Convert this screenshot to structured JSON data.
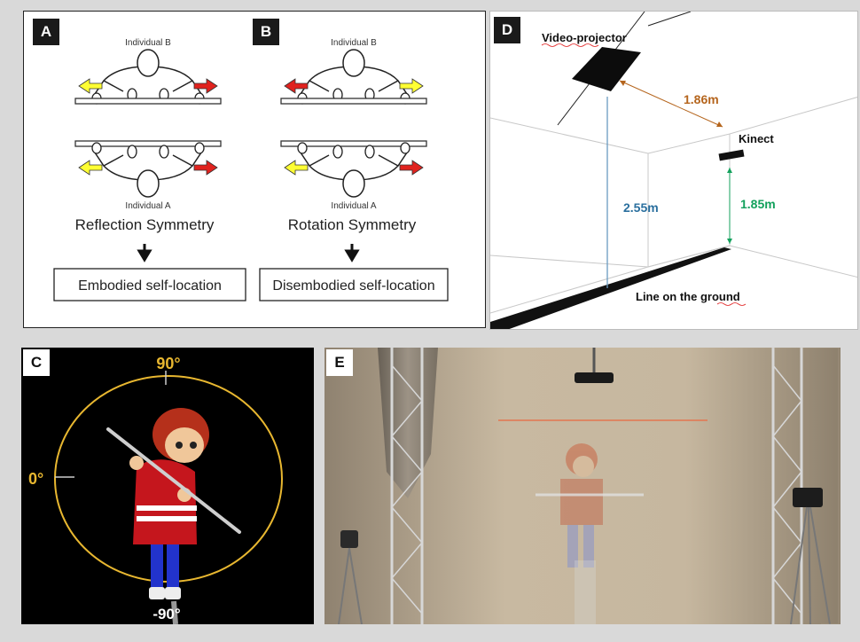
{
  "panels": {
    "a": {
      "label": "A",
      "individual_b": "Individual B",
      "individual_a": "Individual A",
      "symmetry": "Reflection Symmetry",
      "outcome": "Embodied self-location"
    },
    "b": {
      "label": "B",
      "individual_b": "Individual B",
      "individual_a": "Individual A",
      "symmetry": "Rotation Symmetry",
      "outcome": "Disembodied self-location"
    },
    "c": {
      "label": "C",
      "angle_top": "90°",
      "angle_left": "0°",
      "angle_bottom": "-90°"
    },
    "d": {
      "label": "D",
      "projector": "Video-projector",
      "kinect": "Kinect",
      "line": "Line on the ground",
      "dist_projector_kinect": "1.86m",
      "height_projector": "2.55m",
      "height_kinect": "1.85m"
    },
    "e": {
      "label": "E"
    }
  },
  "colors": {
    "arrow_red": "#e0221e",
    "arrow_yellow": "#ffff33",
    "angle_ring": "#e8b730",
    "dist_projector_kinect": "#b5651d",
    "height_projector": "#2a6f9e",
    "height_kinect": "#13a15c"
  }
}
